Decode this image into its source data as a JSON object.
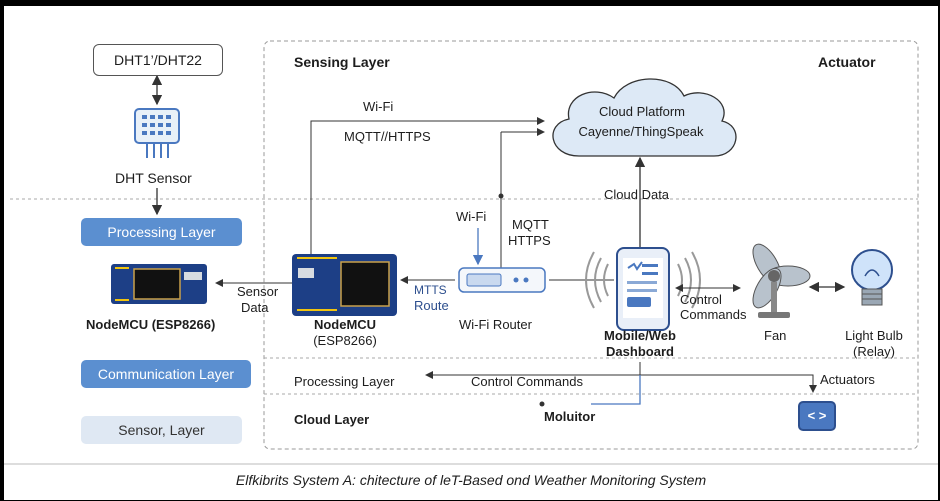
{
  "colors": {
    "layer_box": "#5b8fd0",
    "sensor_box": "#dfe8f3",
    "cloud_fill": "#dde9f6",
    "line": "#333333",
    "accent_line": "#4a78c0",
    "board_blue": "#1d3f86"
  },
  "sensor": {
    "model_label": "DHT1’/DHT22",
    "caption": "DHT Sensor"
  },
  "layers": {
    "processing": "Processing Layer",
    "communication": "Communication Layer",
    "sensor": "Sensor, Layer",
    "sensing_header": "Sensing Layer",
    "actuator_header": "Actuator"
  },
  "nodes": {
    "nodemcu_left": "NodeMCU (ESP8266)",
    "nodemcu_mid_1": "NodeMCU",
    "nodemcu_mid_2": "(ESP8266)",
    "router": "Wi-Fi Router",
    "cloud_1": "Cloud Platform",
    "cloud_2": "Cayenne/ThingSpeak",
    "dashboard_1": "Mobile/Web",
    "dashboard_2": "Dashboard",
    "fan": "Fan",
    "bulb_1": "Light Bulb",
    "bulb_2": "(Relay)",
    "relay_symbol": "< >"
  },
  "links": {
    "wifi_top": "Wi-Fi",
    "mqtt_https_top": "MQTT//HTTPS",
    "wifi_router": "Wi-Fi",
    "mqtt_router": "MQTT",
    "https_router": "HTTPS",
    "cloud_data": "Cloud Data",
    "sensor_data_1": "Sensor",
    "sensor_data_2": "Data",
    "mtts_1": "MTTS",
    "mtts_2": "Route",
    "control_1": "Control",
    "control_2": "Commands",
    "processing_layer_row": "Processing Layer",
    "control_commands_row": "Control Commands",
    "actuators_row": "Actuators",
    "cloud_layer_row": "Cloud Layer",
    "monitor": "Moluitor"
  },
  "caption": "Elfkibrits System A: chitecture of leT-Based ond Weather Monitoring System"
}
